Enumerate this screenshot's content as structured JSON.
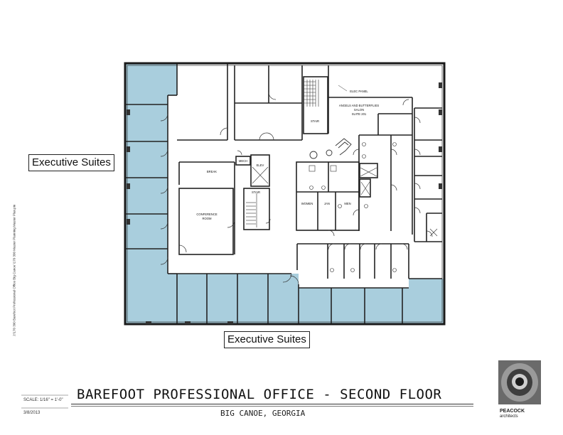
{
  "callouts": {
    "left": "Executive Suites",
    "bottom": "Executive Suites"
  },
  "room_labels": {
    "elec_panel": "ELEC PANEL",
    "salon_line1": "ANGELS AND BUTTERFLIES",
    "salon_line2": "SALON",
    "salon_line3": "SUITE 201",
    "stair_upper": "STAIR",
    "stair_lower": "STAIR",
    "break": "BREAK",
    "mech": "MECH",
    "elev": "ELEV",
    "conference_line1": "CONFERENCE",
    "conference_line2": "ROOM",
    "women": "WOMEN",
    "jan": "JAN",
    "men": "MEN"
  },
  "side_text": "J:\\170 300 Barefoot Professional Office Big Canoe \\170 300 Master Planning Master Plan.pin",
  "title_block": {
    "title": "BAREFOOT PROFESSIONAL OFFICE - SECOND FLOOR",
    "subtitle": "BIG CANOE, GEORGIA",
    "scale": "SCALE: 1/16\" = 1'-0\"",
    "date": "3/8/2013",
    "firm": "PEACOCK",
    "firm_sub": "architects"
  },
  "colors": {
    "highlight": "#a9cedd",
    "wall": "#1a1a1a",
    "line": "#333333"
  }
}
